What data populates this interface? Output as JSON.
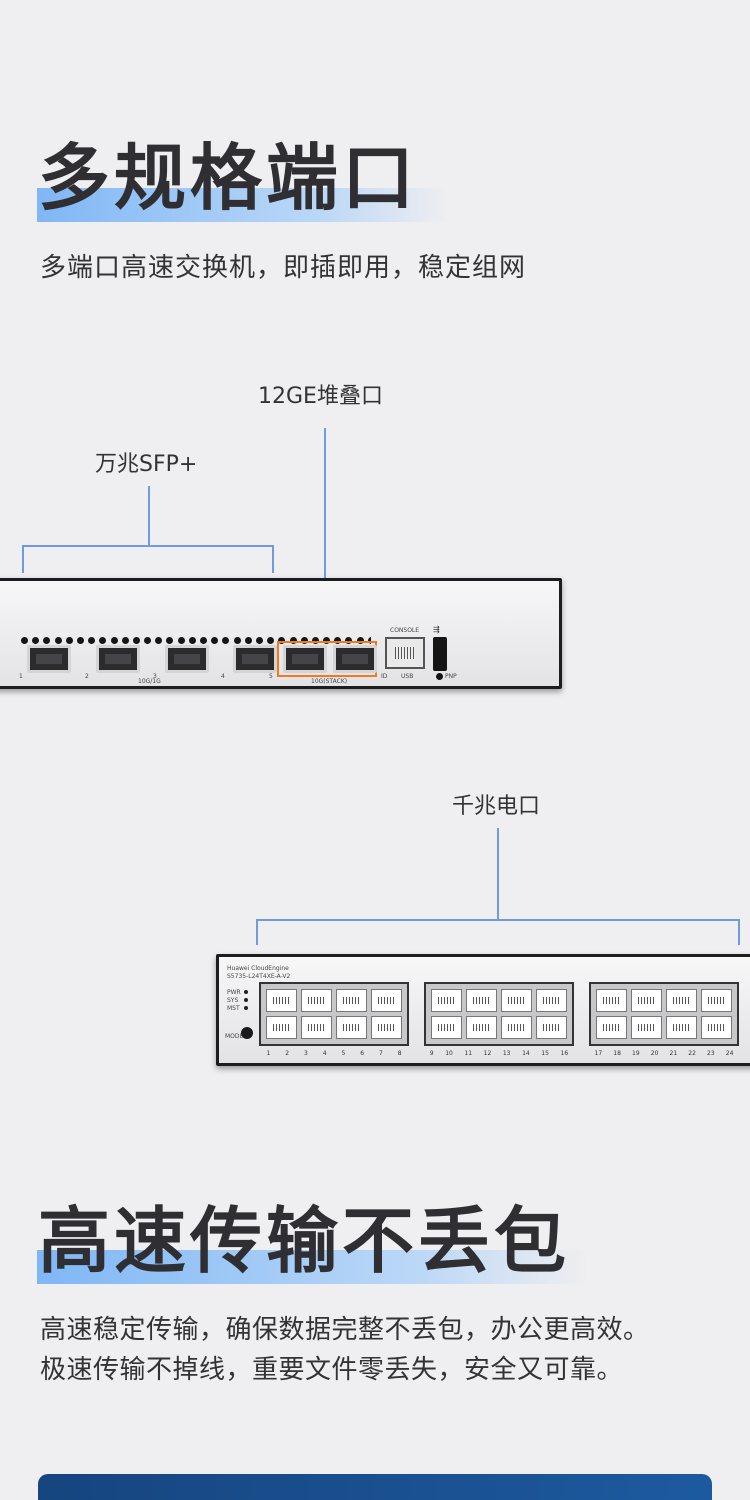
{
  "section1": {
    "title": "多规格端口",
    "subtitle": "多端口高速交换机，即插即用，稳定组网"
  },
  "callouts": {
    "stack": "12GE堆叠口",
    "sfp": "万兆SFP+",
    "copper": "千兆电口"
  },
  "device_front": {
    "console_label": "CONSOLE",
    "port_nums": [
      "1",
      "2",
      "3",
      "4",
      "5"
    ],
    "group_label_1": "10G/1G",
    "group_label_2": "10G(STACK)",
    "id_label": "ID",
    "usb_label": "USB",
    "pnp_label": "PNP"
  },
  "device_copper": {
    "brand": "Huawei CloudEngine",
    "model": "S5735-L24T4XE-A-V2",
    "leds": [
      "PWR",
      "SYS",
      "MST"
    ],
    "mode_label": "MODE",
    "groups": [
      [
        "1",
        "2",
        "3",
        "4",
        "5",
        "6",
        "7",
        "8"
      ],
      [
        "9",
        "10",
        "11",
        "12",
        "13",
        "14",
        "15",
        "16"
      ],
      [
        "17",
        "18",
        "19",
        "20",
        "21",
        "22",
        "23",
        "24"
      ]
    ]
  },
  "section2": {
    "title": "高速传输不丢包",
    "line1": "高速稳定传输，确保数据完整不丢包，办公更高效。",
    "line2": "极速传输不掉线，重要文件零丢失，安全又可靠。"
  },
  "colors": {
    "accent_bar_from": "#7fb7f5",
    "accent_bar_to": "#eef3fb",
    "callout_line": "#6f9be0",
    "stack_highlight": "#f07a1c",
    "bottom_bar": "#16457f"
  }
}
